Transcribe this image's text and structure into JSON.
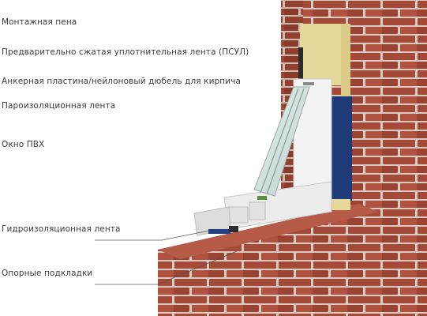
{
  "callouts": [
    {
      "text": "Монтажная пена"
    },
    {
      "text": "Предварительно сжатая уплотнительная лента (ПСУЛ)"
    },
    {
      "text": "Анкерная пластина/нейлоновый дюбель для кирпича"
    },
    {
      "text": "Пароизоляционная лента"
    },
    {
      "text": "Окно ПВХ"
    },
    {
      "text": "Гидроизоляционная лента"
    },
    {
      "text": "Опорные подкладки"
    }
  ],
  "colors": {
    "brick": "#a54a38",
    "mortar": "#d9cfc6",
    "foam": "#e6d79a",
    "vapor_tape": "#1f3a78",
    "pvc": "#f3f3f3",
    "glass": "#cfe0dc",
    "leader": "#555555"
  },
  "icons": [
    "brick-wall-icon",
    "window-section-icon"
  ]
}
